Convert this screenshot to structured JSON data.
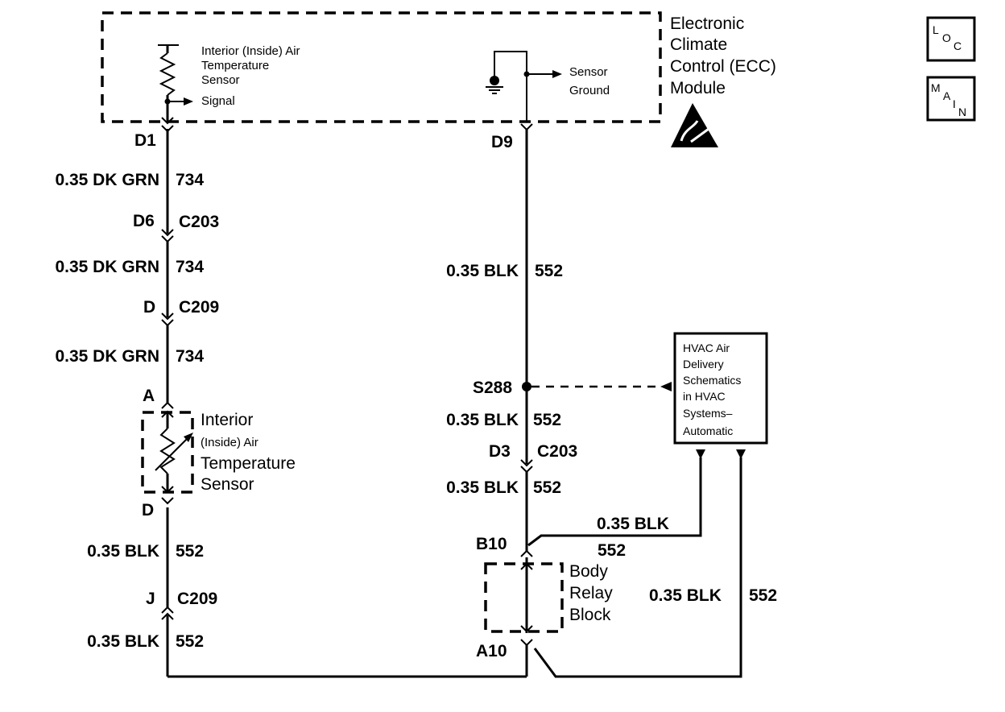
{
  "ecc_module": {
    "title_lines": [
      "Electronic",
      "Climate",
      "Control (ECC)",
      "Module"
    ],
    "sensor_label_lines": [
      "Interior (Inside) Air",
      "Temperature",
      "Sensor"
    ],
    "signal_label": "Signal",
    "ground_label_lines": [
      "Sensor",
      "Ground"
    ]
  },
  "side_icons": {
    "loc": "LOC",
    "main": "MAIN"
  },
  "left_circuit": {
    "pin_d1": "D1",
    "wire1_gauge": "0.35 DK GRN",
    "wire1_num": "734",
    "conn1_pin": "D6",
    "conn1_name": "C203",
    "wire2_gauge": "0.35 DK GRN",
    "wire2_num": "734",
    "conn2_pin": "D",
    "conn2_name": "C209",
    "wire3_gauge": "0.35 DK GRN",
    "wire3_num": "734",
    "sensor_pin_a": "A",
    "sensor_lines": [
      "Interior",
      "(Inside) Air",
      "Temperature",
      "Sensor"
    ],
    "sensor_pin_d": "D",
    "wire4_gauge": "0.35 BLK",
    "wire4_num": "552",
    "conn3_pin": "J",
    "conn3_name": "C209",
    "wire5_gauge": "0.35 BLK",
    "wire5_num": "552"
  },
  "right_circuit": {
    "pin_d9": "D9",
    "wire1_gauge": "0.35 BLK",
    "wire1_num": "552",
    "splice": "S288",
    "wire2_gauge": "0.35 BLK",
    "wire2_num": "552",
    "conn_pin": "D3",
    "conn_name": "C203",
    "wire3_gauge": "0.35 BLK",
    "wire3_num": "552",
    "relay_pin_top": "B10",
    "relay_lines": [
      "Body",
      "Relay",
      "Block"
    ],
    "relay_pin_bottom": "A10",
    "branch1_gauge": "0.35 BLK",
    "branch1_num": "552",
    "branch2_gauge": "0.35 BLK",
    "branch2_num": "552"
  },
  "hvac_ref": {
    "lines": [
      "HVAC Air",
      "Delivery",
      "Schematics",
      "in HVAC",
      "Systems–",
      "Automatic"
    ]
  }
}
